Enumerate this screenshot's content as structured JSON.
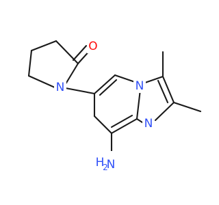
{
  "molecule": {
    "atoms": {
      "carbonyl_oxygen": {
        "symbol": "O",
        "color": "#ff0d0d"
      },
      "pyrrolidinone_nitrogen": {
        "symbol": "N",
        "color": "#3050f8"
      },
      "bridgehead_nitrogen": {
        "symbol": "N",
        "color": "#3050f8"
      },
      "imidazole_nitrogen": {
        "symbol": "N",
        "color": "#3050f8"
      },
      "amine_nitrogen": {
        "symbol": "N",
        "color": "#3050f8"
      },
      "amine_hydrogen": {
        "symbol": "H",
        "subscript": "2",
        "color": "#3050f8"
      }
    },
    "bond_color": "#1a1a1a"
  }
}
